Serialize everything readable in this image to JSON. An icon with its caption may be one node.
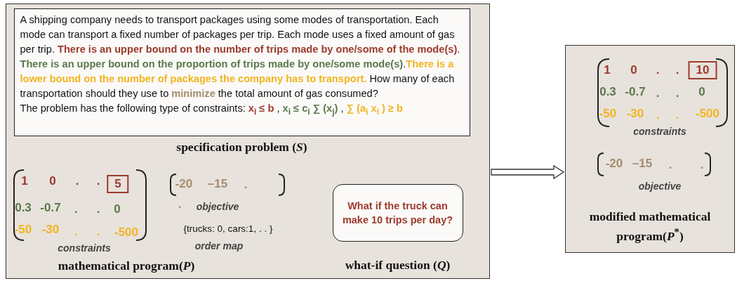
{
  "diagram": {
    "nodes": [
      {
        "text": [],
        "shape": "box"
      },
      {
        "text": [
          "A shipping  company needs to transport packages using some modes of transportation. Each mode can transport a fixed number of packages per trip. Each mode uses a fixed amount of gas per trip. **There is  an upper bound on the number of trips made by one/some of the mode(s)**. **There is an upper bound on the proportion of trips made by one/some mode(s)**.**There is a lower bound on the number of packages the company has to transport.** How many of each transportation should  they use to **minimize** the total amount of gas consumed?",
          "The problem  has the following  type of constraints: **x$_{i}$ ≤ b** , **x$_{i}$ ≤ c$_{i}$ ∑ (x$_{j}$)** , **∑ (a$_{i}$ x$_{i}$ ) ≥ b**"
        ],
        "in": 0,
        "beside": [
          "specification problem (*S*)"
        ]
      },
      {
        "text": [
          "What if the truck can make 10 trips per day?"
        ],
        "in": 0,
        "beside": [
          "what-if question (*Q*)"
        ]
      },
      {
        "text": [
          "modified mathematical program(*P*$^{*}$)"
        ]
      }
    ],
    "edges": [
      {
        "from": 0,
        "to": 3,
        "arrow": "to"
      }
    ],
    "labels": [
      "1",
      "0",
      ".",
      ".",
      "5",
      "0.3",
      "-0.7",
      ".",
      ".",
      "0",
      "-50",
      "-30",
      ".",
      ".",
      "-500",
      "constraints",
      "mathematical program(*P*)",
      "-20",
      "–15",
      ".",
      ".",
      "objective",
      "{trucks: 0, cars:1, . . }",
      "order map",
      "1",
      "0",
      ".",
      ".",
      "10",
      "0.3",
      "-0.7",
      ".",
      ".",
      "0",
      "-50",
      "-30",
      ".",
      ".",
      "-500",
      "constraints",
      "-20",
      "–15",
      ".",
      ".",
      "objective"
    ]
  }
}
